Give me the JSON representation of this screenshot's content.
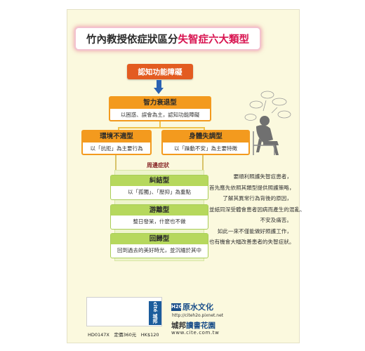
{
  "title": {
    "prefix": "竹內教授依症狀區分",
    "highlight": "失智症六大類型"
  },
  "root_box": "認知功能障礙",
  "main_type": {
    "name": "智力衰退型",
    "desc": "以困惑、誤會為主，認知功能障礙"
  },
  "left_type": {
    "name": "環境不適型",
    "desc": "以「抗拒」為主要行為"
  },
  "right_type": {
    "name": "身體失調型",
    "desc": "以「躁動不安」為主要特徵"
  },
  "peripheral_label": "周邊症狀",
  "sub_types": [
    {
      "name": "糾結型",
      "desc": "以「孤獨」、「壓抑」為重點"
    },
    {
      "name": "游離型",
      "desc": "整日發呆，什麼也不做"
    },
    {
      "name": "回歸型",
      "desc": "回到過去的美好時光，並沉緬於其中"
    }
  ],
  "side_text": [
    "要順利照護失智症患者，",
    "首先應先依照其類型提供照護策略，",
    "了解其異常行為背後的原因，",
    "並紙同深受體會患者因病而產生的混亂、",
    "不安及痛苦。",
    "如此一來不僅能做好照護工作，",
    "也有機會大幅改善患者的失智症狀。"
  ],
  "barcode": {
    "logo_text": "cité 城邦"
  },
  "price_line": "HD0147X　定價360元　HK$120",
  "publisher": {
    "logo": "H2O",
    "name": "原水文化",
    "url": "http://citeh2o.pixnet.net"
  },
  "distributor": {
    "name_prefix": "城邦",
    "name_highlight": "讀書花園",
    "url": "www.cite.com.tw"
  },
  "colors": {
    "accent_red": "#d8124f",
    "orange": "#f39a1e",
    "green": "#b6d85d",
    "root_box": "#e35c21",
    "arrow": "#2b62b3"
  },
  "icons": {
    "illustration": "thinking-elderly-person-icon",
    "arrow": "arrow-down-icon"
  }
}
